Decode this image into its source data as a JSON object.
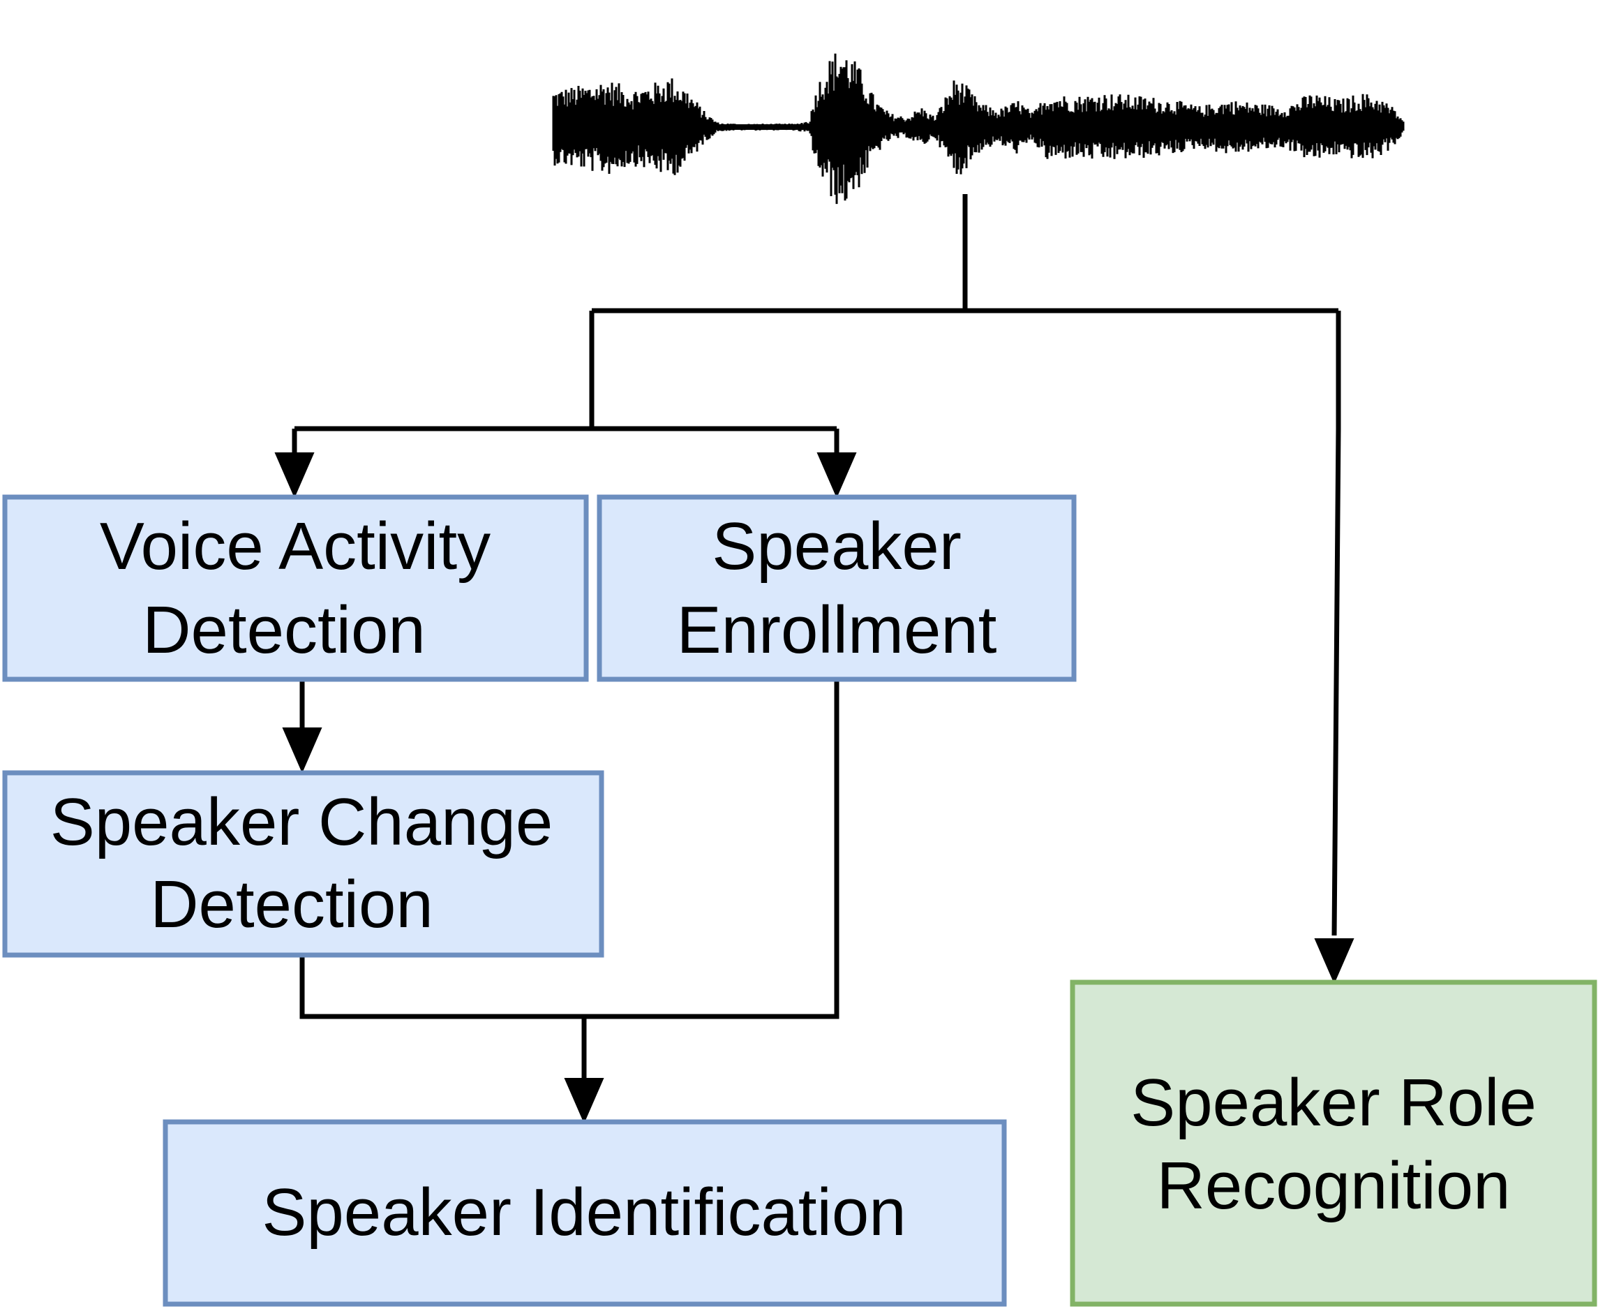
{
  "diagram": {
    "nodes": {
      "vad": {
        "line1": "Voice Activity",
        "line2": "Detection"
      },
      "enroll": {
        "line1": "Speaker",
        "line2": "Enrollment"
      },
      "scd": {
        "line1": "Speaker Change",
        "line2": "Detection"
      },
      "sid": {
        "line1": "Speaker Identification"
      },
      "srr": {
        "line1": "Speaker Role",
        "line2": "Recognition"
      }
    },
    "edges": [
      {
        "from": "audio-waveform",
        "to": "vad"
      },
      {
        "from": "audio-waveform",
        "to": "enroll"
      },
      {
        "from": "audio-waveform",
        "to": "srr"
      },
      {
        "from": "vad",
        "to": "scd"
      },
      {
        "from": "scd",
        "to": "sid"
      },
      {
        "from": "enroll",
        "to": "sid"
      }
    ],
    "colors": {
      "blue_fill": "#dae8fc",
      "blue_stroke": "#6c8ebf",
      "green_fill": "#d5e8d4",
      "green_stroke": "#82b366",
      "line": "#000000"
    }
  }
}
